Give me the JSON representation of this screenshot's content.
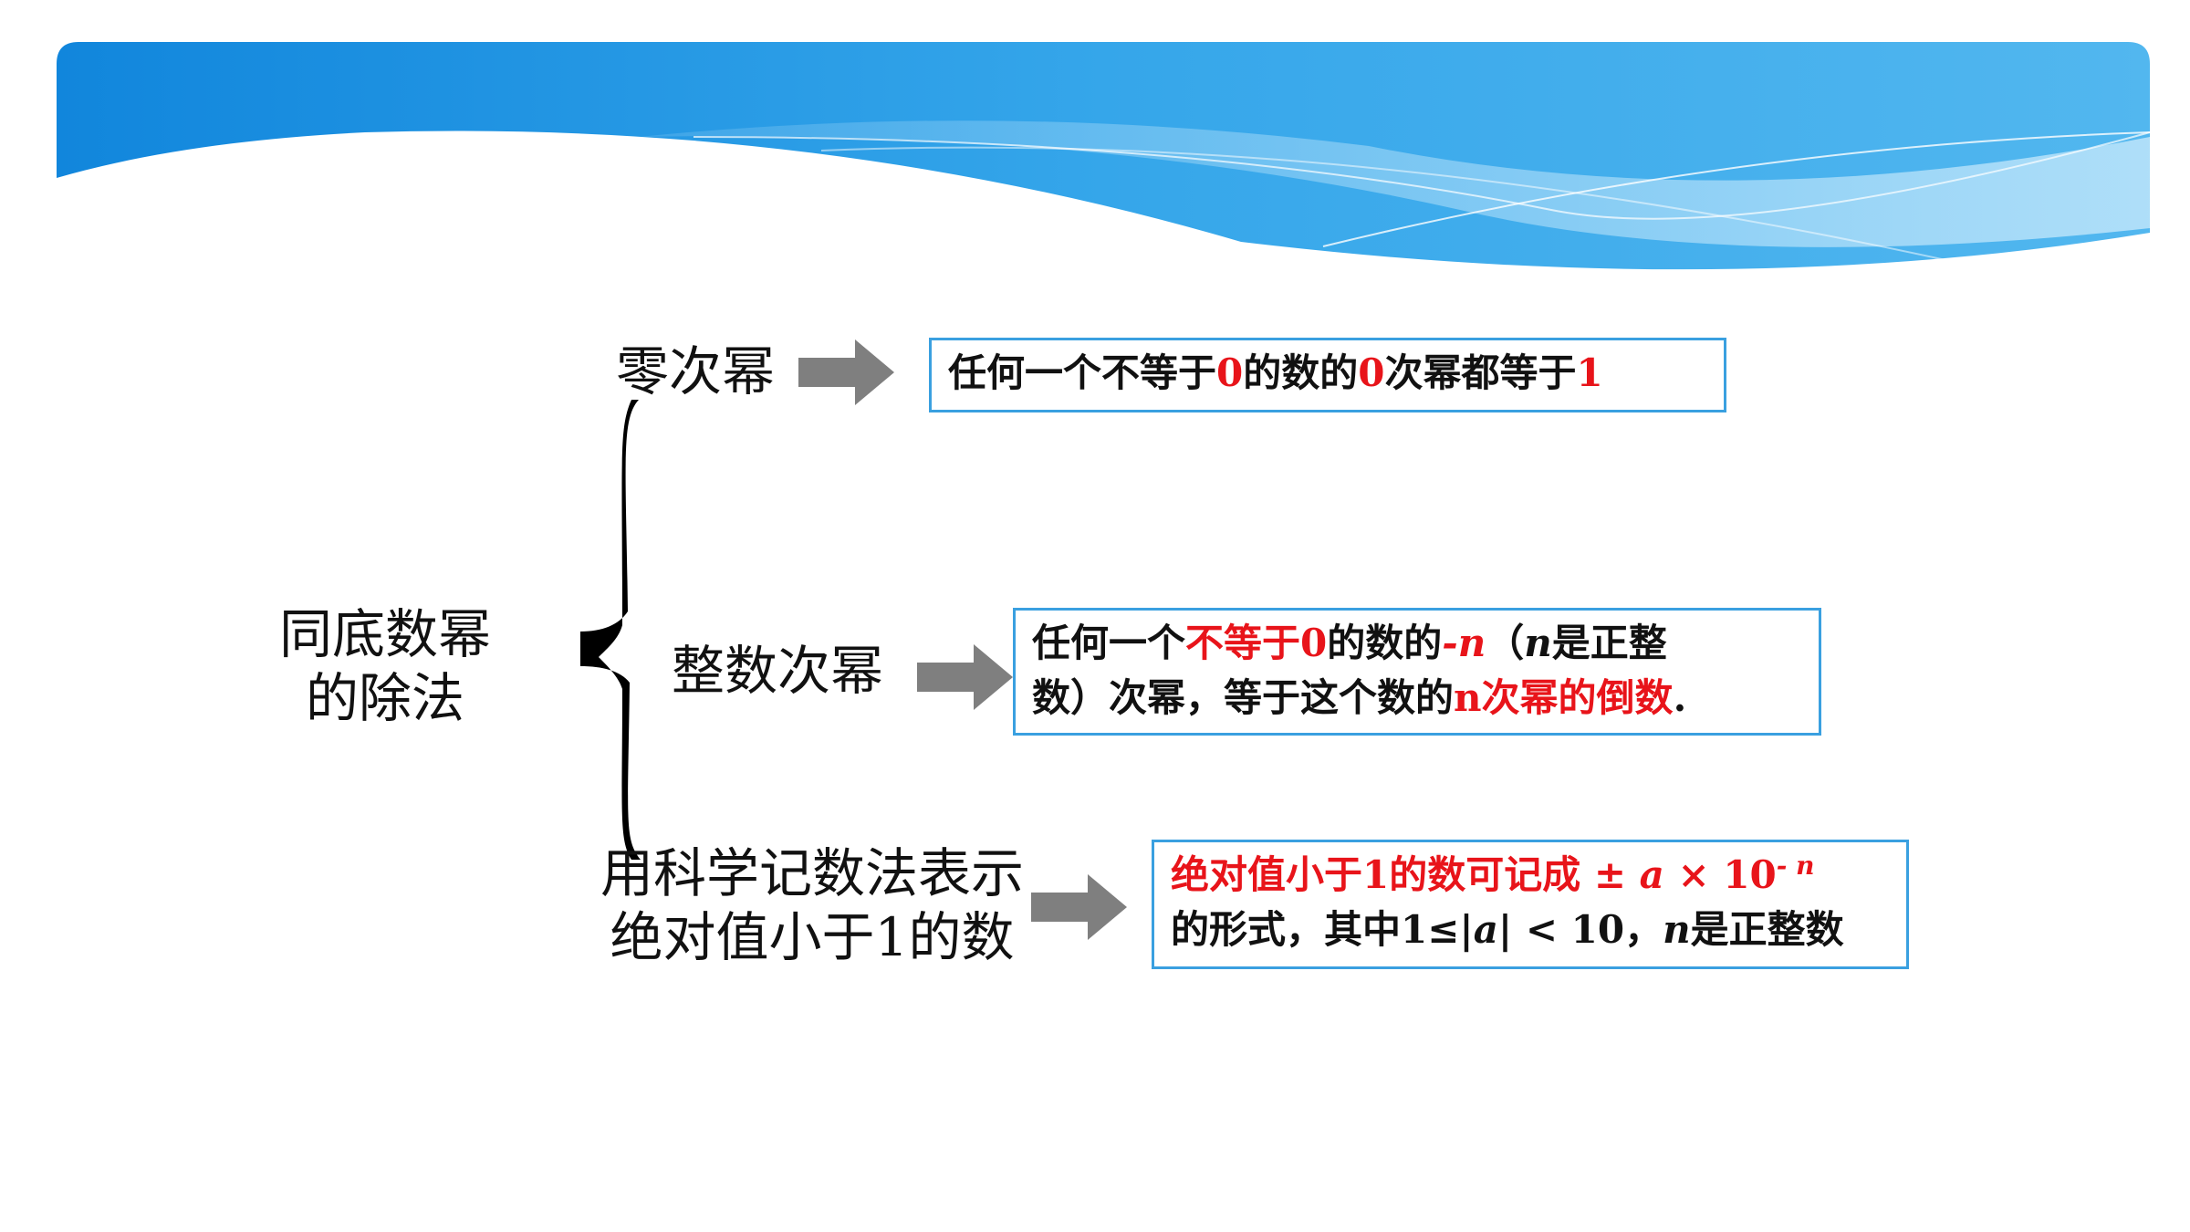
{
  "main_topic": {
    "line1": "同底数幂",
    "line2": "的除法"
  },
  "branches": [
    {
      "label": "零次幂"
    },
    {
      "label": "整数次幂"
    },
    {
      "line1": "用科学记数法表示",
      "line2": "绝对值小于1的数"
    }
  ],
  "box1": {
    "t1": "任何一个不等于",
    "t2": "0",
    "t3": "的数的",
    "t4": "0",
    "t5": "次幂都等于",
    "t6": "1"
  },
  "box2": {
    "l1a": "任何一个",
    "l1b": "不等于0",
    "l1c": "的数的",
    "l1d": "-n",
    "l1e": "（",
    "l1f": "n",
    "l1g": "是正整",
    "l2a": "数）次幂，等于这个数的",
    "l2b": "n次幂的倒数",
    "l2c": "."
  },
  "box3": {
    "l1a": "绝对值小于1的数可记成 ± ",
    "l1b": "a",
    "l1c": " × 10",
    "l1d": "- n",
    "l2a": "的形式，其中1≤|",
    "l2b": "a",
    "l2c": "| < 10，",
    "l2d": "n",
    "l2e": "是正整数"
  },
  "colors": {
    "accent_red": "#e8141a",
    "box_border": "#3aa0e0",
    "arrow_gray": "#7f7f7f",
    "header_blue": "#1a8fe0"
  }
}
